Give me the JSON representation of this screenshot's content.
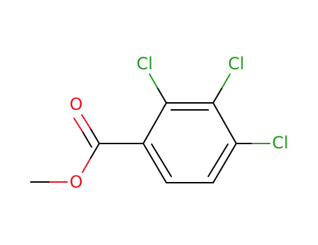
{
  "molecule": {
    "atoms": {
      "cl2": {
        "label": "Cl"
      },
      "cl3": {
        "label": "Cl"
      },
      "cl4": {
        "label": "Cl"
      },
      "o_carbonyl": {
        "label": "O"
      },
      "o_ester": {
        "label": "O"
      }
    },
    "colors": {
      "bond": "#000000",
      "chlorine": "#1f9d1f",
      "oxygen": "#e8101a"
    }
  }
}
